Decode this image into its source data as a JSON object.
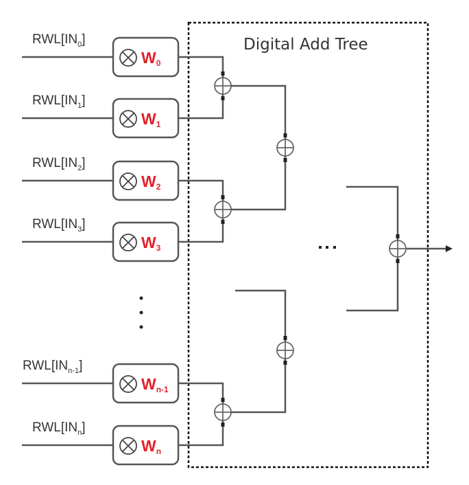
{
  "diagram": {
    "title": "Digital Add Tree",
    "colors": {
      "weight": "#e0232a",
      "line": "#555555",
      "boundary": "#111111"
    },
    "inputs": [
      {
        "label": "RWL[IN",
        "sub": "0",
        "weight": "W",
        "weight_sub": "0"
      },
      {
        "label": "RWL[IN",
        "sub": "1",
        "weight": "W",
        "weight_sub": "1"
      },
      {
        "label": "RWL[IN",
        "sub": "2",
        "weight": "W",
        "weight_sub": "2"
      },
      {
        "label": "RWL[IN",
        "sub": "3",
        "weight": "W",
        "weight_sub": "3"
      },
      {
        "label": "RWL[IN",
        "sub": "n-1",
        "weight": "W",
        "weight_sub": "n-1"
      },
      {
        "label": "RWL[IN",
        "sub": "n",
        "weight": "W",
        "weight_sub": "n"
      }
    ],
    "close_bracket": "]",
    "vertical_ellipsis": "⋮",
    "horizontal_ellipsis": "···",
    "multiply_symbol": "multiply-circle-icon",
    "adder_symbol": "plus-circle-icon",
    "output_arrow": "arrow-right-icon"
  }
}
